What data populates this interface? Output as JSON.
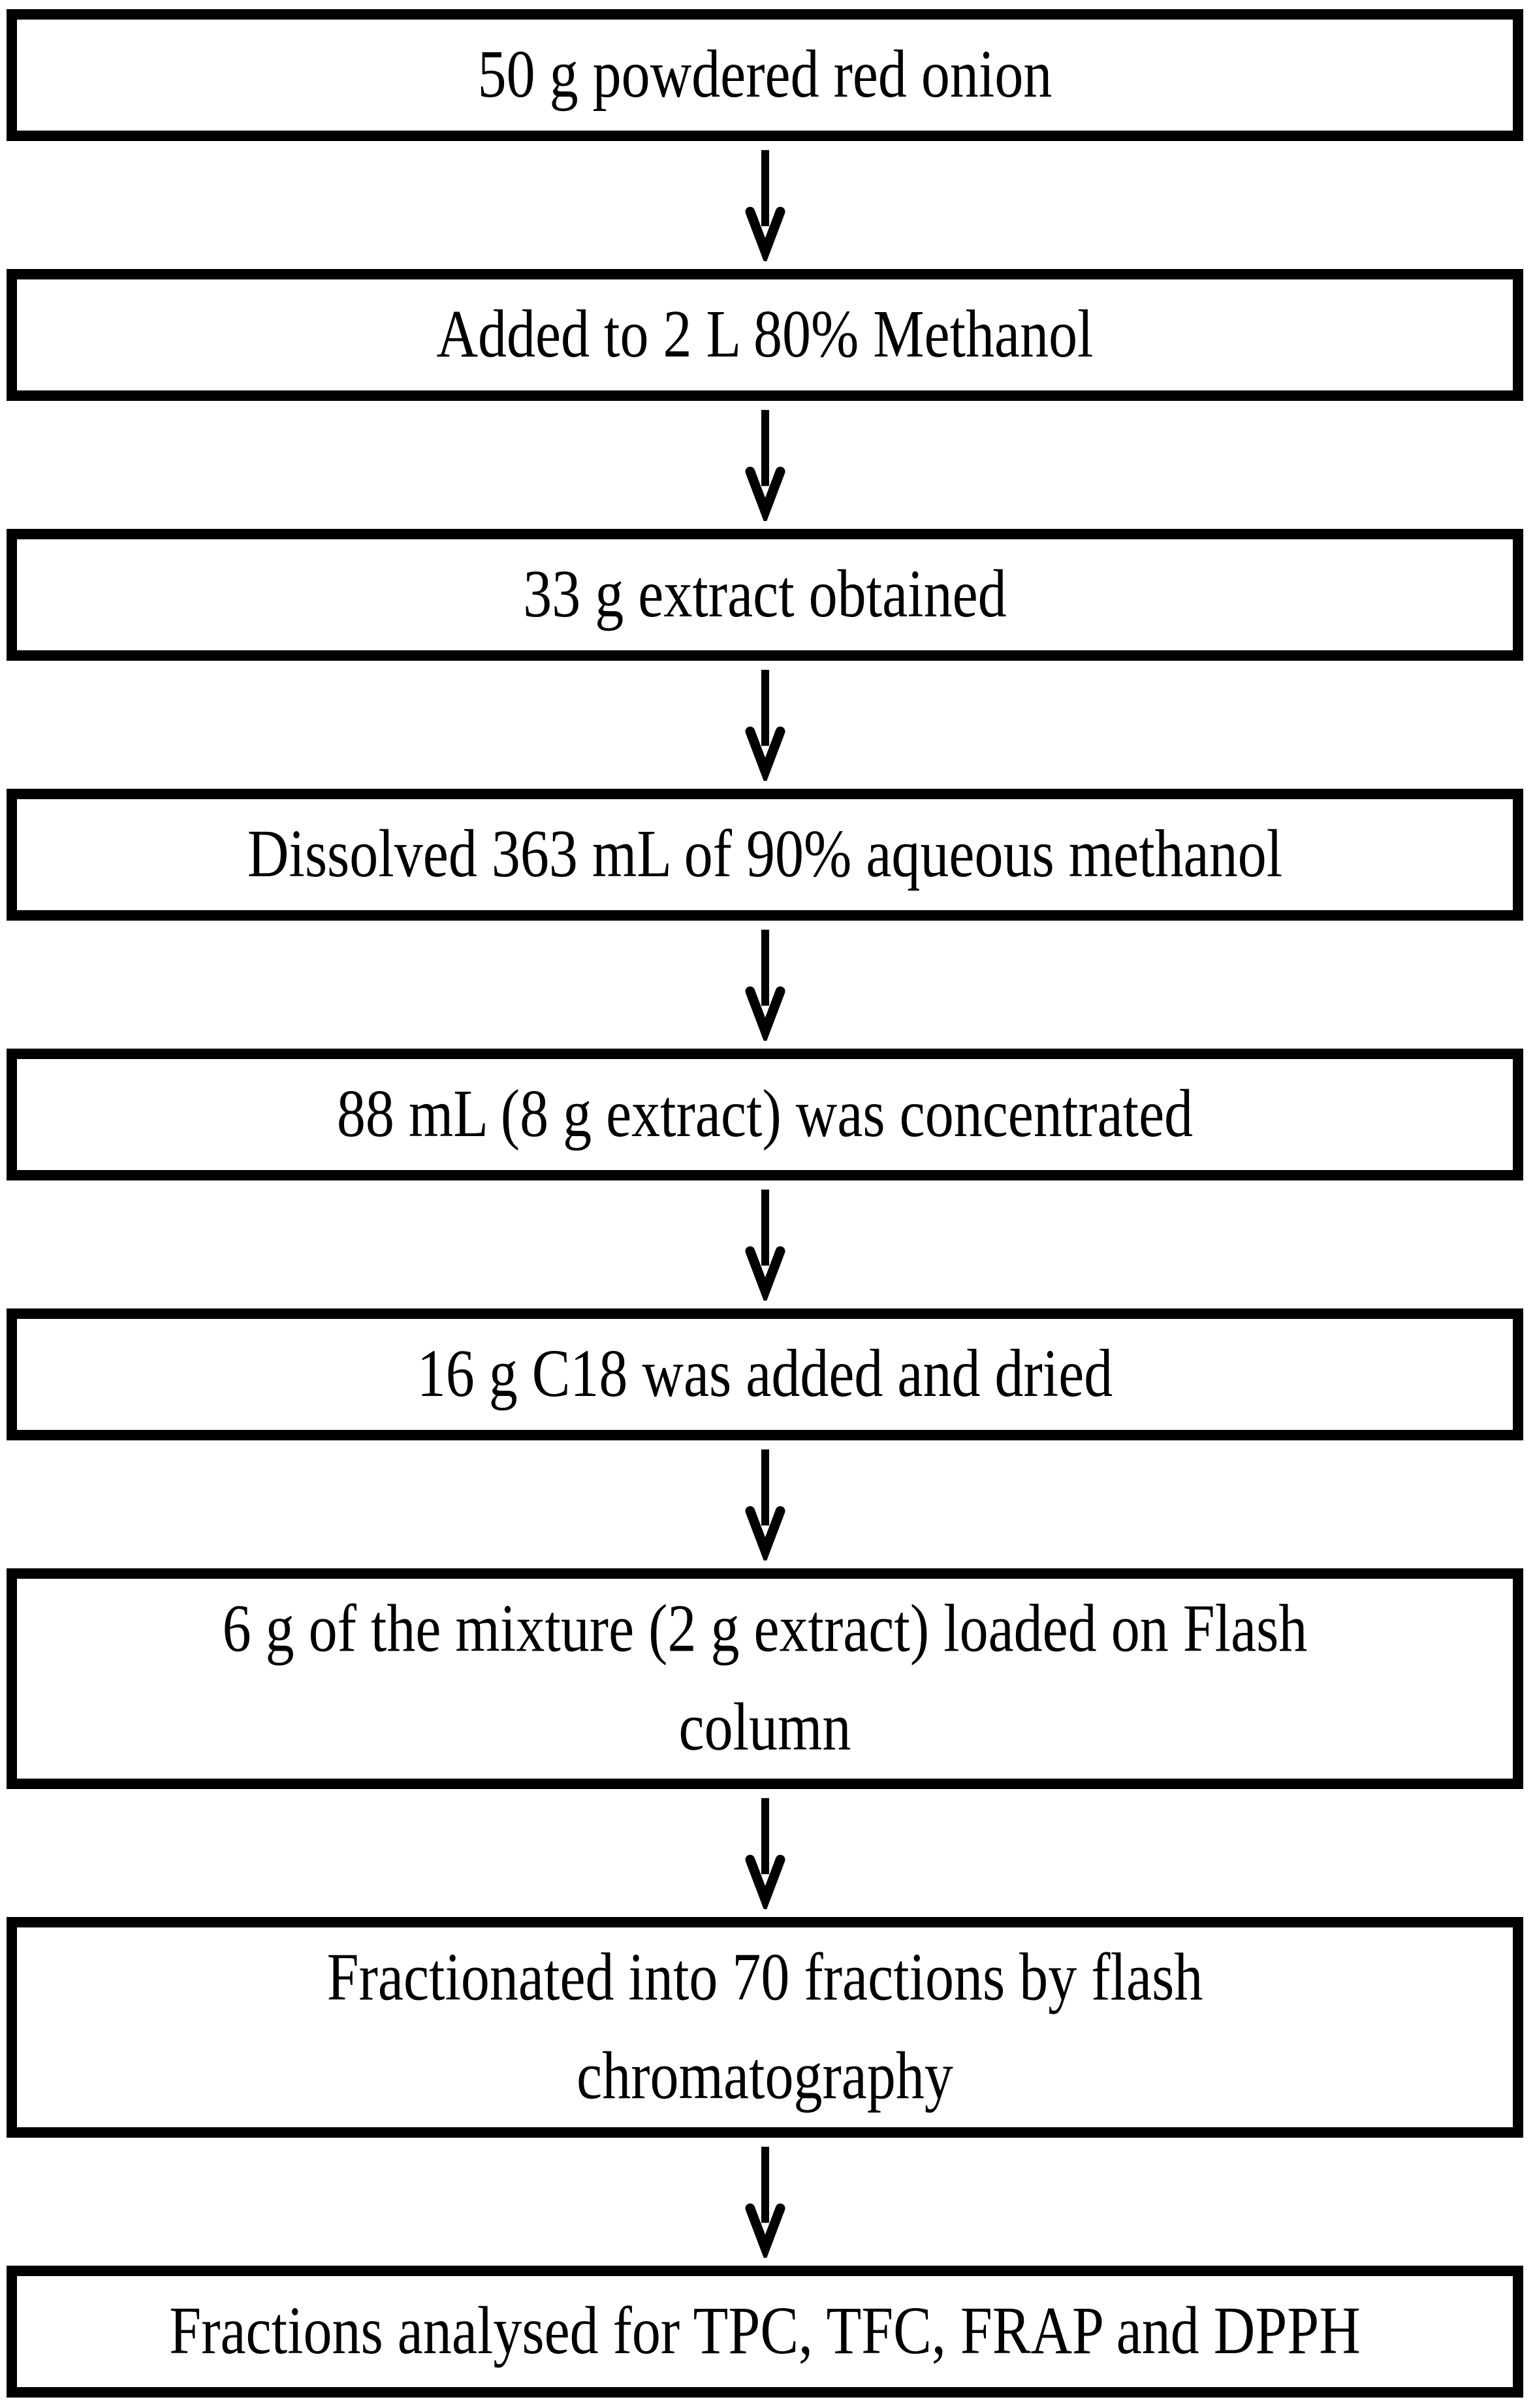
{
  "colors": {
    "background": "#ffffff",
    "box_border": "#000000",
    "text": "#000000",
    "arrow": "#000000"
  },
  "flowchart": {
    "steps": [
      {
        "label": "50 g powdered red onion"
      },
      {
        "label": "Added to 2 L 80% Methanol"
      },
      {
        "label": "33 g extract obtained"
      },
      {
        "label": "Dissolved 363 mL of 90% aqueous methanol"
      },
      {
        "label": "88 mL (8 g extract) was concentrated"
      },
      {
        "label": "16 g C18 was added and dried"
      },
      {
        "label": "6 g of the mixture (2 g extract) loaded on Flash\ncolumn"
      },
      {
        "label": "Fractionated into 70 fractions by flash\nchromatography"
      },
      {
        "label": "Fractions analysed for TPC, TFC, FRAP and DPPH"
      }
    ]
  }
}
